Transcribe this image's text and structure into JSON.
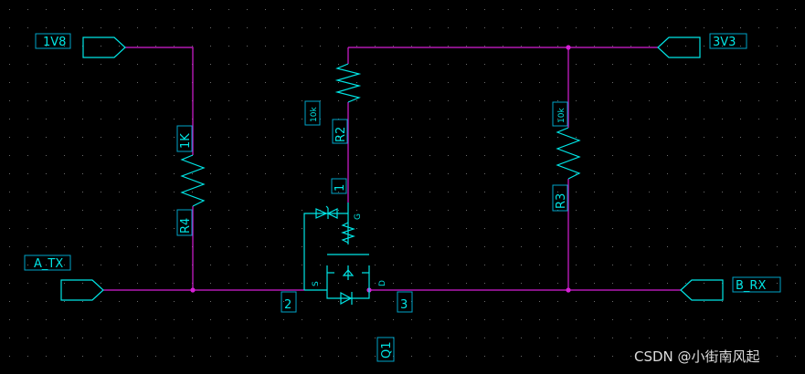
{
  "colors": {
    "background": "#000000",
    "wire": "#d61fd6",
    "component": "#00e5e5",
    "label_text": "#00e5e5",
    "label_box": "#00a3c7",
    "grid_dot": "#6a6a6a",
    "junction": "#d61fd6",
    "watermark": "#dcdcdc"
  },
  "ports": {
    "v1v8": "1V8",
    "v3v3": "3V3",
    "a_tx": "A_TX",
    "b_rx": "B_RX"
  },
  "resistors": {
    "r4": {
      "ref": "R4",
      "value": "1K"
    },
    "r2": {
      "ref": "R2",
      "value": "10k"
    },
    "r3": {
      "ref": "R3",
      "value": "10k"
    }
  },
  "mosfet": {
    "ref": "Q1",
    "pin_gate_number": "1",
    "pin_gate_letter": "G",
    "pin_source_number": "2",
    "pin_source_letter": "S",
    "pin_drain_number": "3",
    "pin_drain_letter": "D"
  },
  "watermark": "CSDN @小街南风起"
}
